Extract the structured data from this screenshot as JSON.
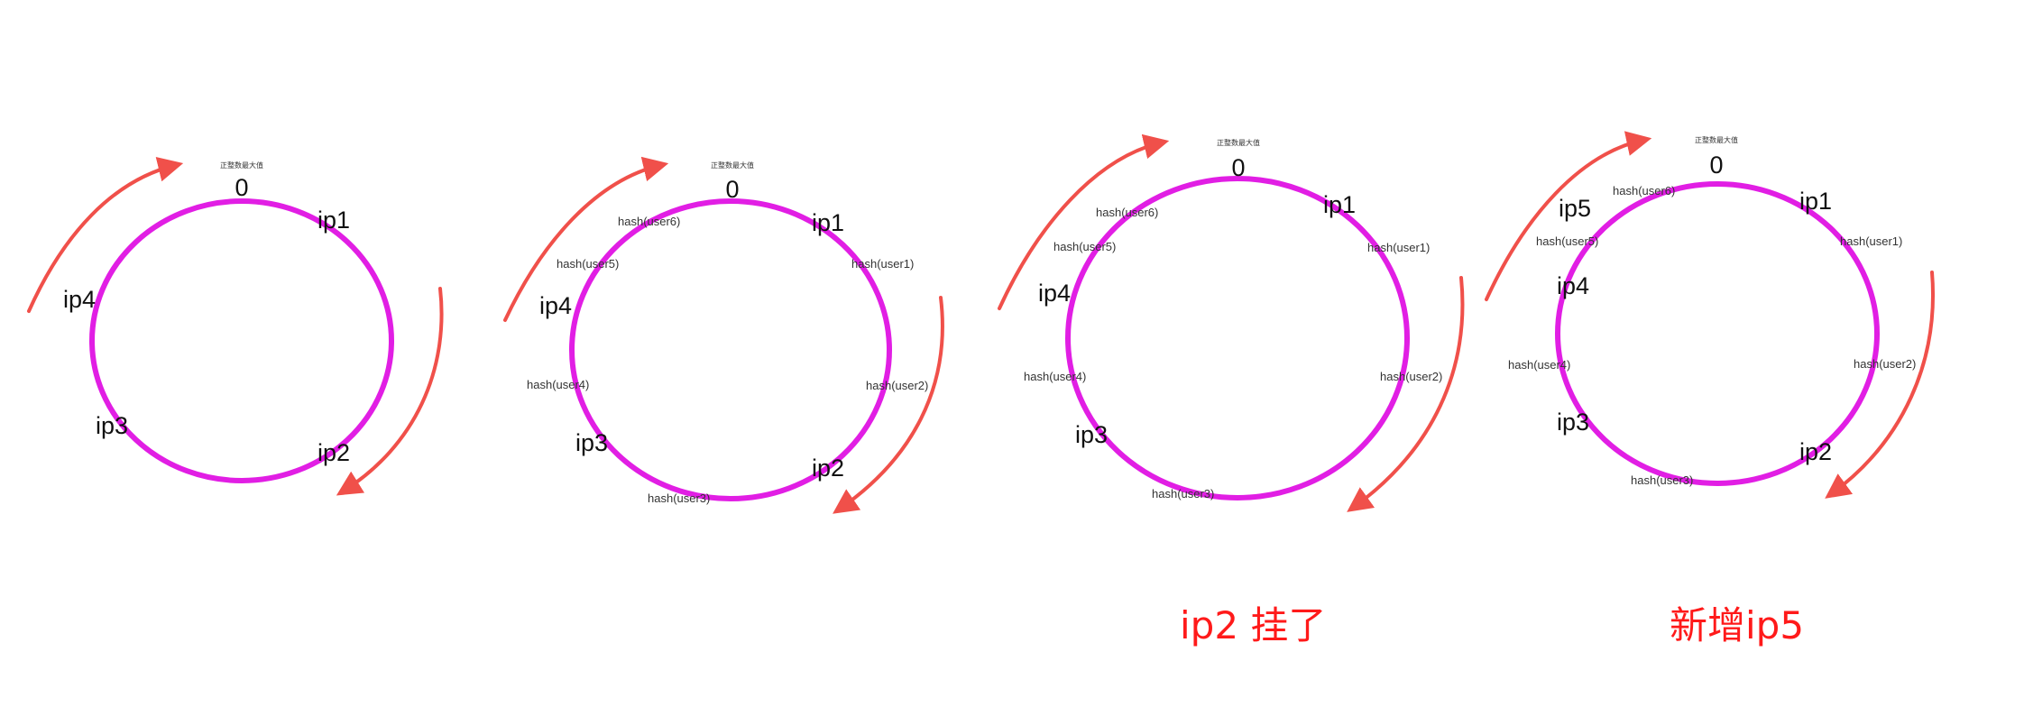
{
  "colors": {
    "ring": "#e11ee4",
    "arrow": "#f0504a",
    "label": "#111111",
    "caption": "#ff1a1a"
  },
  "panels": [
    {
      "max_label": "正整数最大值",
      "zero_label": "0",
      "nodes": [
        "ip1",
        "ip2",
        "ip3",
        "ip4"
      ],
      "users": [],
      "caption": ""
    },
    {
      "max_label": "正整数最大值",
      "zero_label": "0",
      "nodes": [
        "ip1",
        "ip2",
        "ip3",
        "ip4"
      ],
      "users": [
        "hash(user1)",
        "hash(user2)",
        "hash(user3)",
        "hash(user4)",
        "hash(user5)",
        "hash(user6)"
      ],
      "caption": ""
    },
    {
      "max_label": "正整数最大值",
      "zero_label": "0",
      "nodes": [
        "ip1",
        "ip3",
        "ip4"
      ],
      "users": [
        "hash(user1)",
        "hash(user2)",
        "hash(user3)",
        "hash(user4)",
        "hash(user5)",
        "hash(user6)"
      ],
      "caption": "ip2  挂了"
    },
    {
      "max_label": "正整数最大值",
      "zero_label": "0",
      "nodes": [
        "ip1",
        "ip2",
        "ip3",
        "ip4",
        "ip5"
      ],
      "users": [
        "hash(user1)",
        "hash(user2)",
        "hash(user3)",
        "hash(user4)",
        "hash(user5)",
        "hash(user6)"
      ],
      "caption": "新增ip5"
    }
  ]
}
